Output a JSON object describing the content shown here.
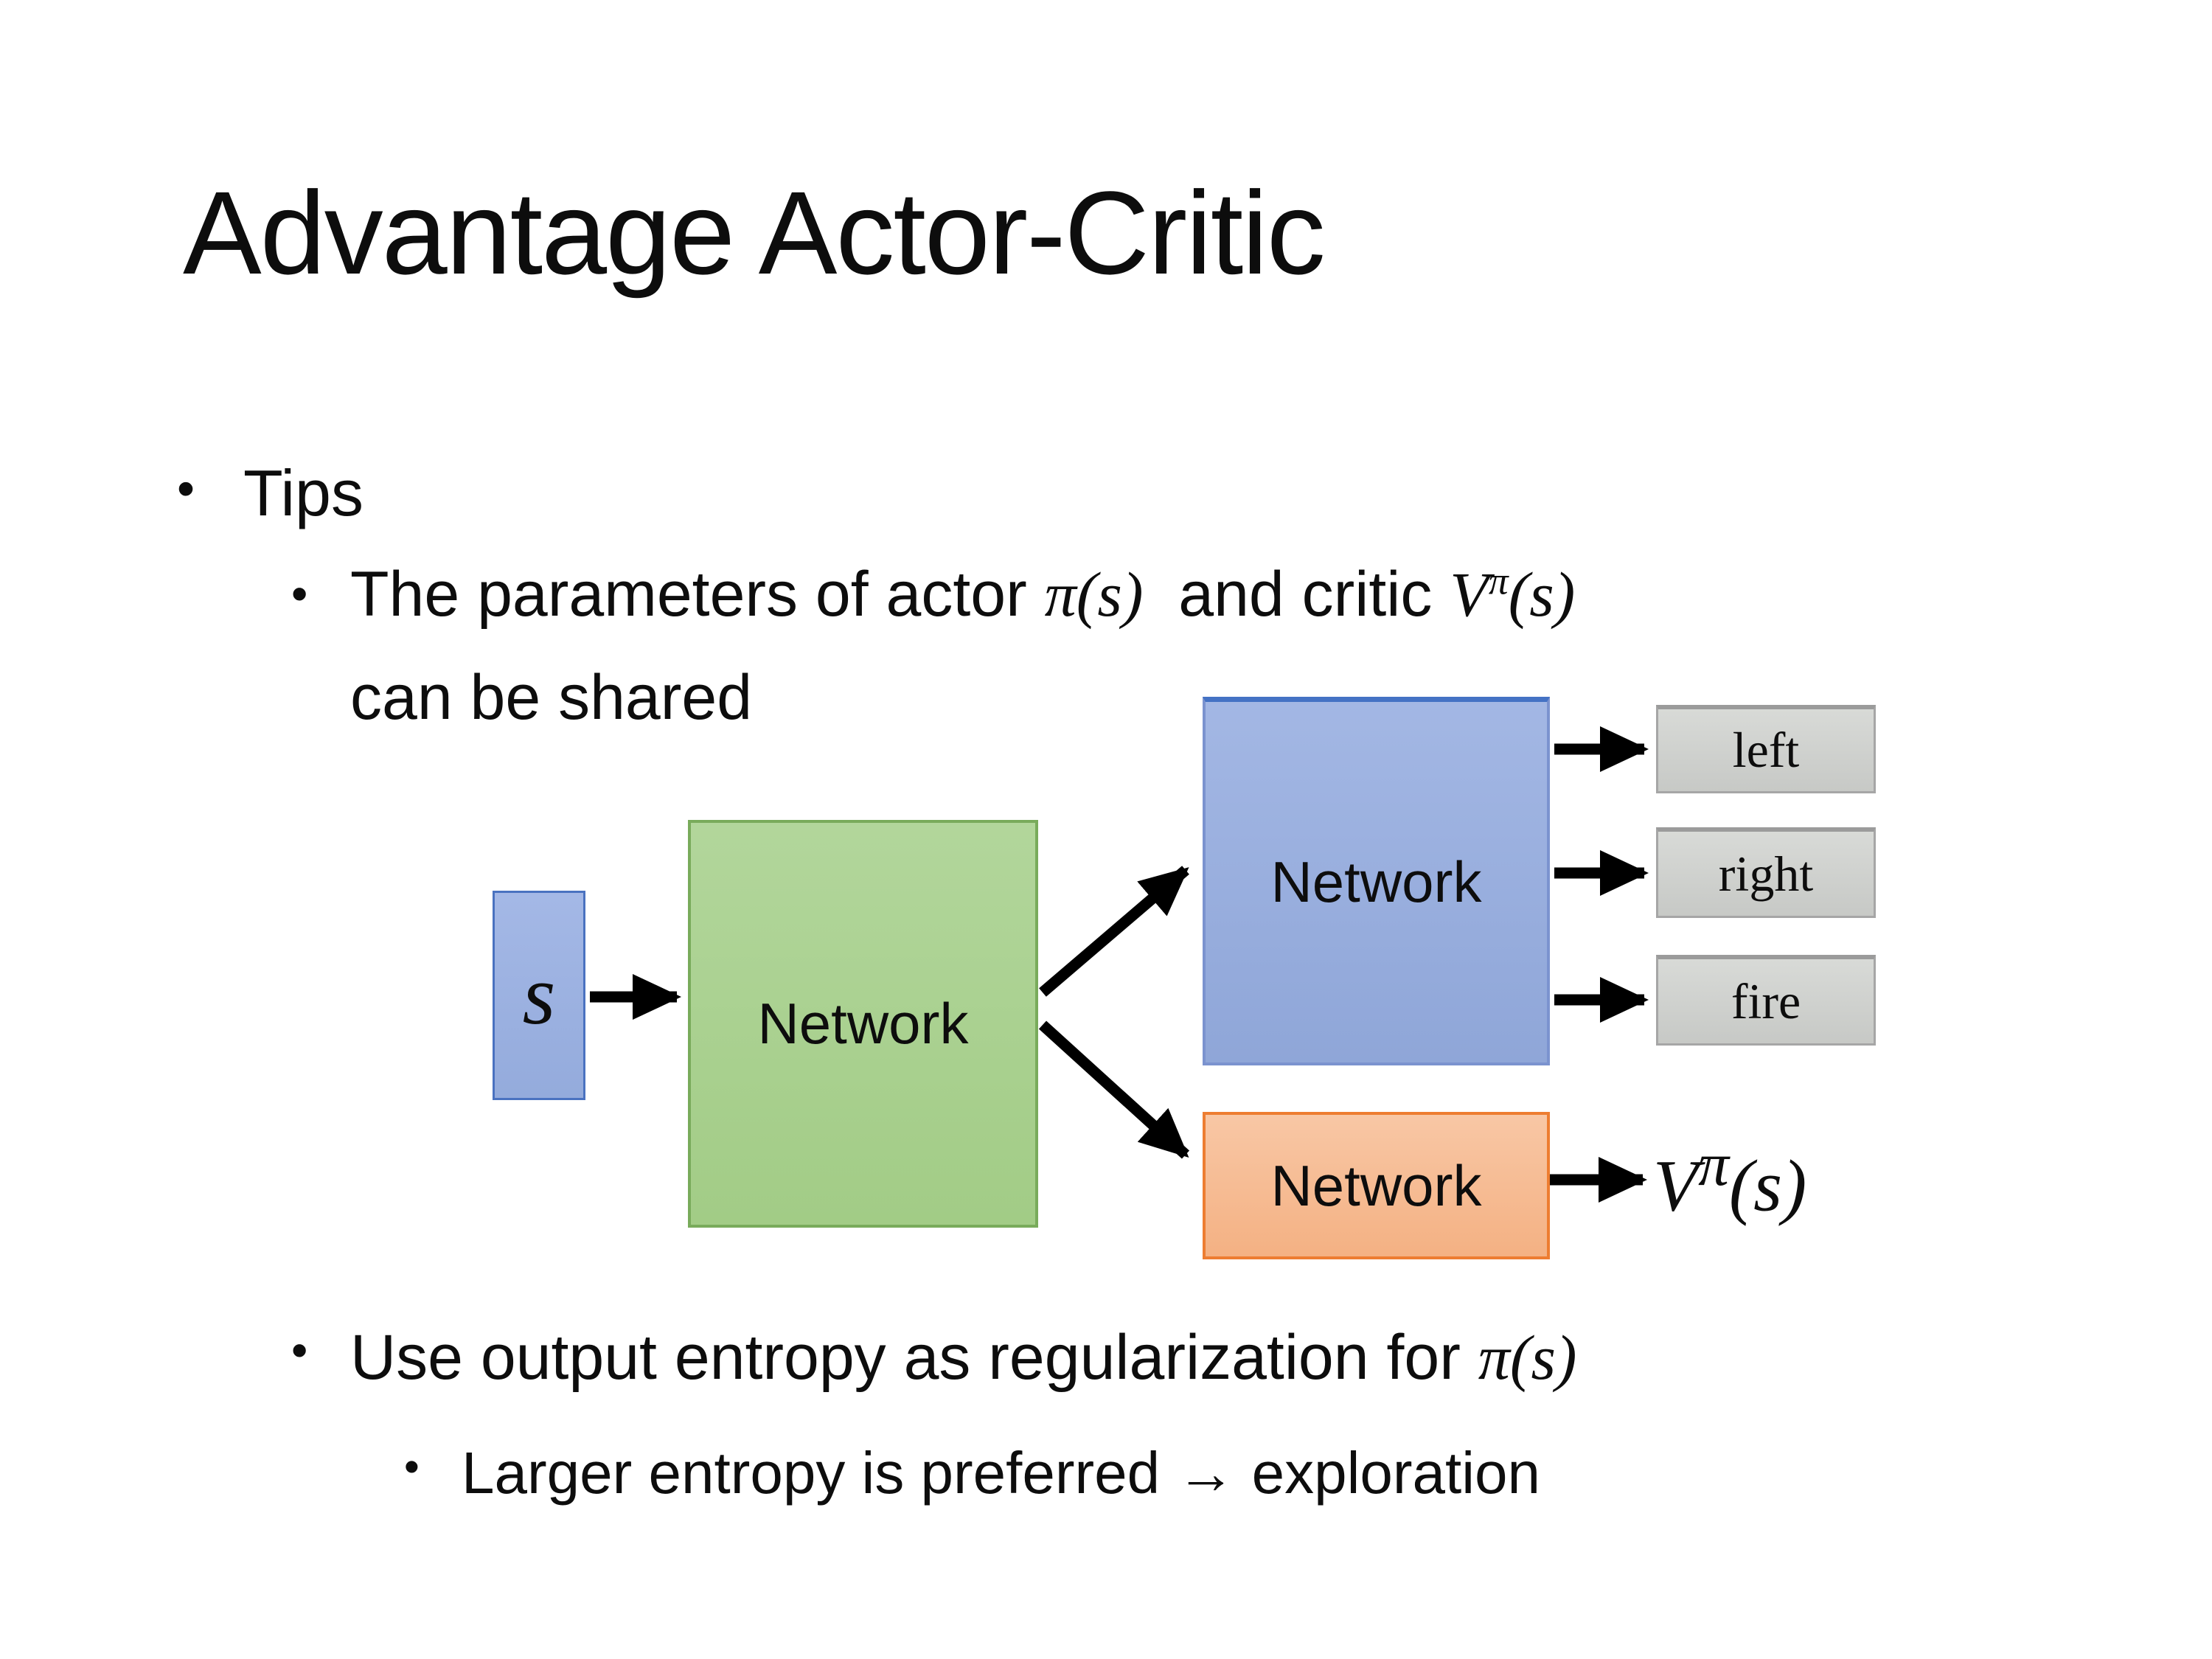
{
  "slide": {
    "title": "Advantage Actor-Critic",
    "bullet_char": "•",
    "bullets": {
      "tips_label": "Tips",
      "item1": {
        "text_before": "The parameters of actor ",
        "math_pi": "π(s)",
        "text_middle": "  and critic ",
        "math_V_base": "V",
        "math_V_sup": "π",
        "math_V_arg": "(s)",
        "line2": "can be shared"
      },
      "item2": {
        "text_before": "Use output entropy as regularization for ",
        "math_pi": "π(s)"
      },
      "item3": "Larger entropy is preferred → exploration"
    },
    "diagram": {
      "state_label": "s",
      "shared_network_label": "Network",
      "actor_network_label": "Network",
      "critic_network_label": "Network",
      "actions": [
        "left",
        "right",
        "fire"
      ],
      "critic_output": {
        "base": "V",
        "sup": "π",
        "arg": "(s)"
      },
      "colors": {
        "state_box_fill": "#9db3e2",
        "state_box_border": "#4a72c0",
        "shared_box_fill": "#a9d18e",
        "shared_box_border": "#79ab5b",
        "actor_box_fill": "#98aede",
        "actor_box_border": "#4472c4",
        "critic_box_fill": "#f5bd98",
        "critic_box_border": "#ed7d31",
        "action_box_fill": "#cdd0cc",
        "action_box_border": "#a6a6a6",
        "arrow": "#000000"
      }
    }
  }
}
